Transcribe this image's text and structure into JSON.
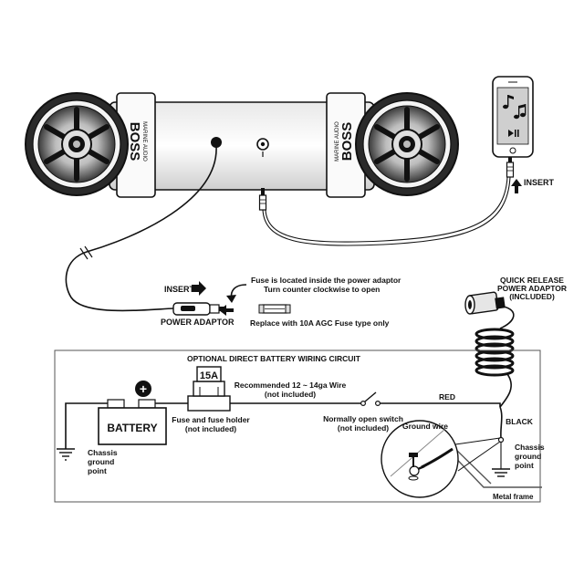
{
  "labels": {
    "insert_phone": "INSERT",
    "insert_adaptor": "INSERT",
    "power_adaptor": "POWER ADAPTOR",
    "fuse_note_1": "Fuse is located inside the power adaptor",
    "fuse_note_2": "Turn counter clockwise to open",
    "replace_fuse": "Replace with 10A AGC Fuse type only",
    "quick_release_1": "QUICK RELEASE",
    "quick_release_2": "POWER ADAPTOR",
    "quick_release_3": "(INCLUDED)",
    "circuit_title": "OPTIONAL DIRECT BATTERY WIRING CIRCUIT",
    "fuse_rating": "15A",
    "battery": "BATTERY",
    "plus": "+",
    "recommended_wire_1": "Recommended 12 ~ 14ga Wire",
    "recommended_wire_2": "(not included)",
    "fuse_holder_1": "Fuse and fuse holder",
    "fuse_holder_2": "(not included)",
    "switch_1": "Normally open switch",
    "switch_2": "(not included)",
    "red": "RED",
    "black": "BLACK",
    "ground_wire": "Ground wire",
    "chassis_left_1": "Chassis",
    "chassis_left_2": "ground",
    "chassis_left_3": "point",
    "chassis_right_1": "Chassis",
    "chassis_right_2": "ground",
    "chassis_right_3": "point",
    "metal_frame": "Metal frame",
    "brand_left": "BOSS",
    "brand_right": "BOSS",
    "brand_sub": "MARINE AUDIO"
  },
  "colors": {
    "ink": "#111111",
    "speaker_dark": "#2a2a2a",
    "speaker_mid": "#8a8a8a",
    "speaker_light": "#d9d9d9",
    "phone_screen": "#cfcfcf"
  },
  "icons": {
    "phone_music": "music-notes-icon",
    "phone_play": "play-pause-icon",
    "plus": "plus-circle-icon",
    "ground": "ground-symbol-icon"
  }
}
